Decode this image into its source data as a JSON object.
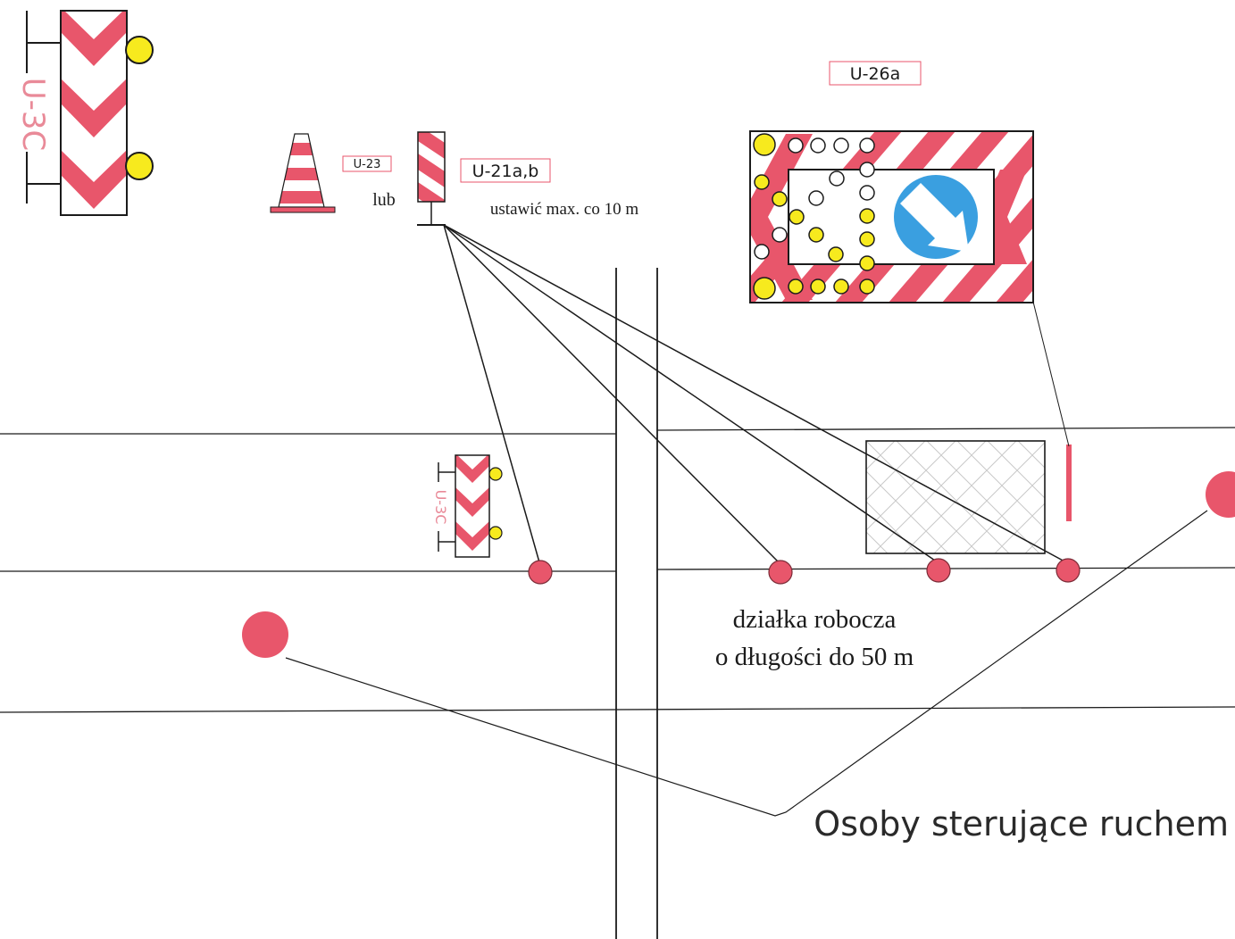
{
  "labels": {
    "u3c_large": "U-3C",
    "u3c_small": "U-3C",
    "u23": "U-23",
    "u21": "U-21a,b",
    "u26a": "U-26a",
    "lub": "lub",
    "spacing_note": "ustawić max. co 10 m",
    "work_zone_line1": "działka robocza",
    "work_zone_line2": "o długości do 50 m",
    "traffic_controllers": "Osoby sterujące ruchem"
  },
  "colors": {
    "red": "#e8566b",
    "yellow": "#f7ea1e",
    "blue": "#3a9fe0",
    "line": "#1b1b1b"
  }
}
